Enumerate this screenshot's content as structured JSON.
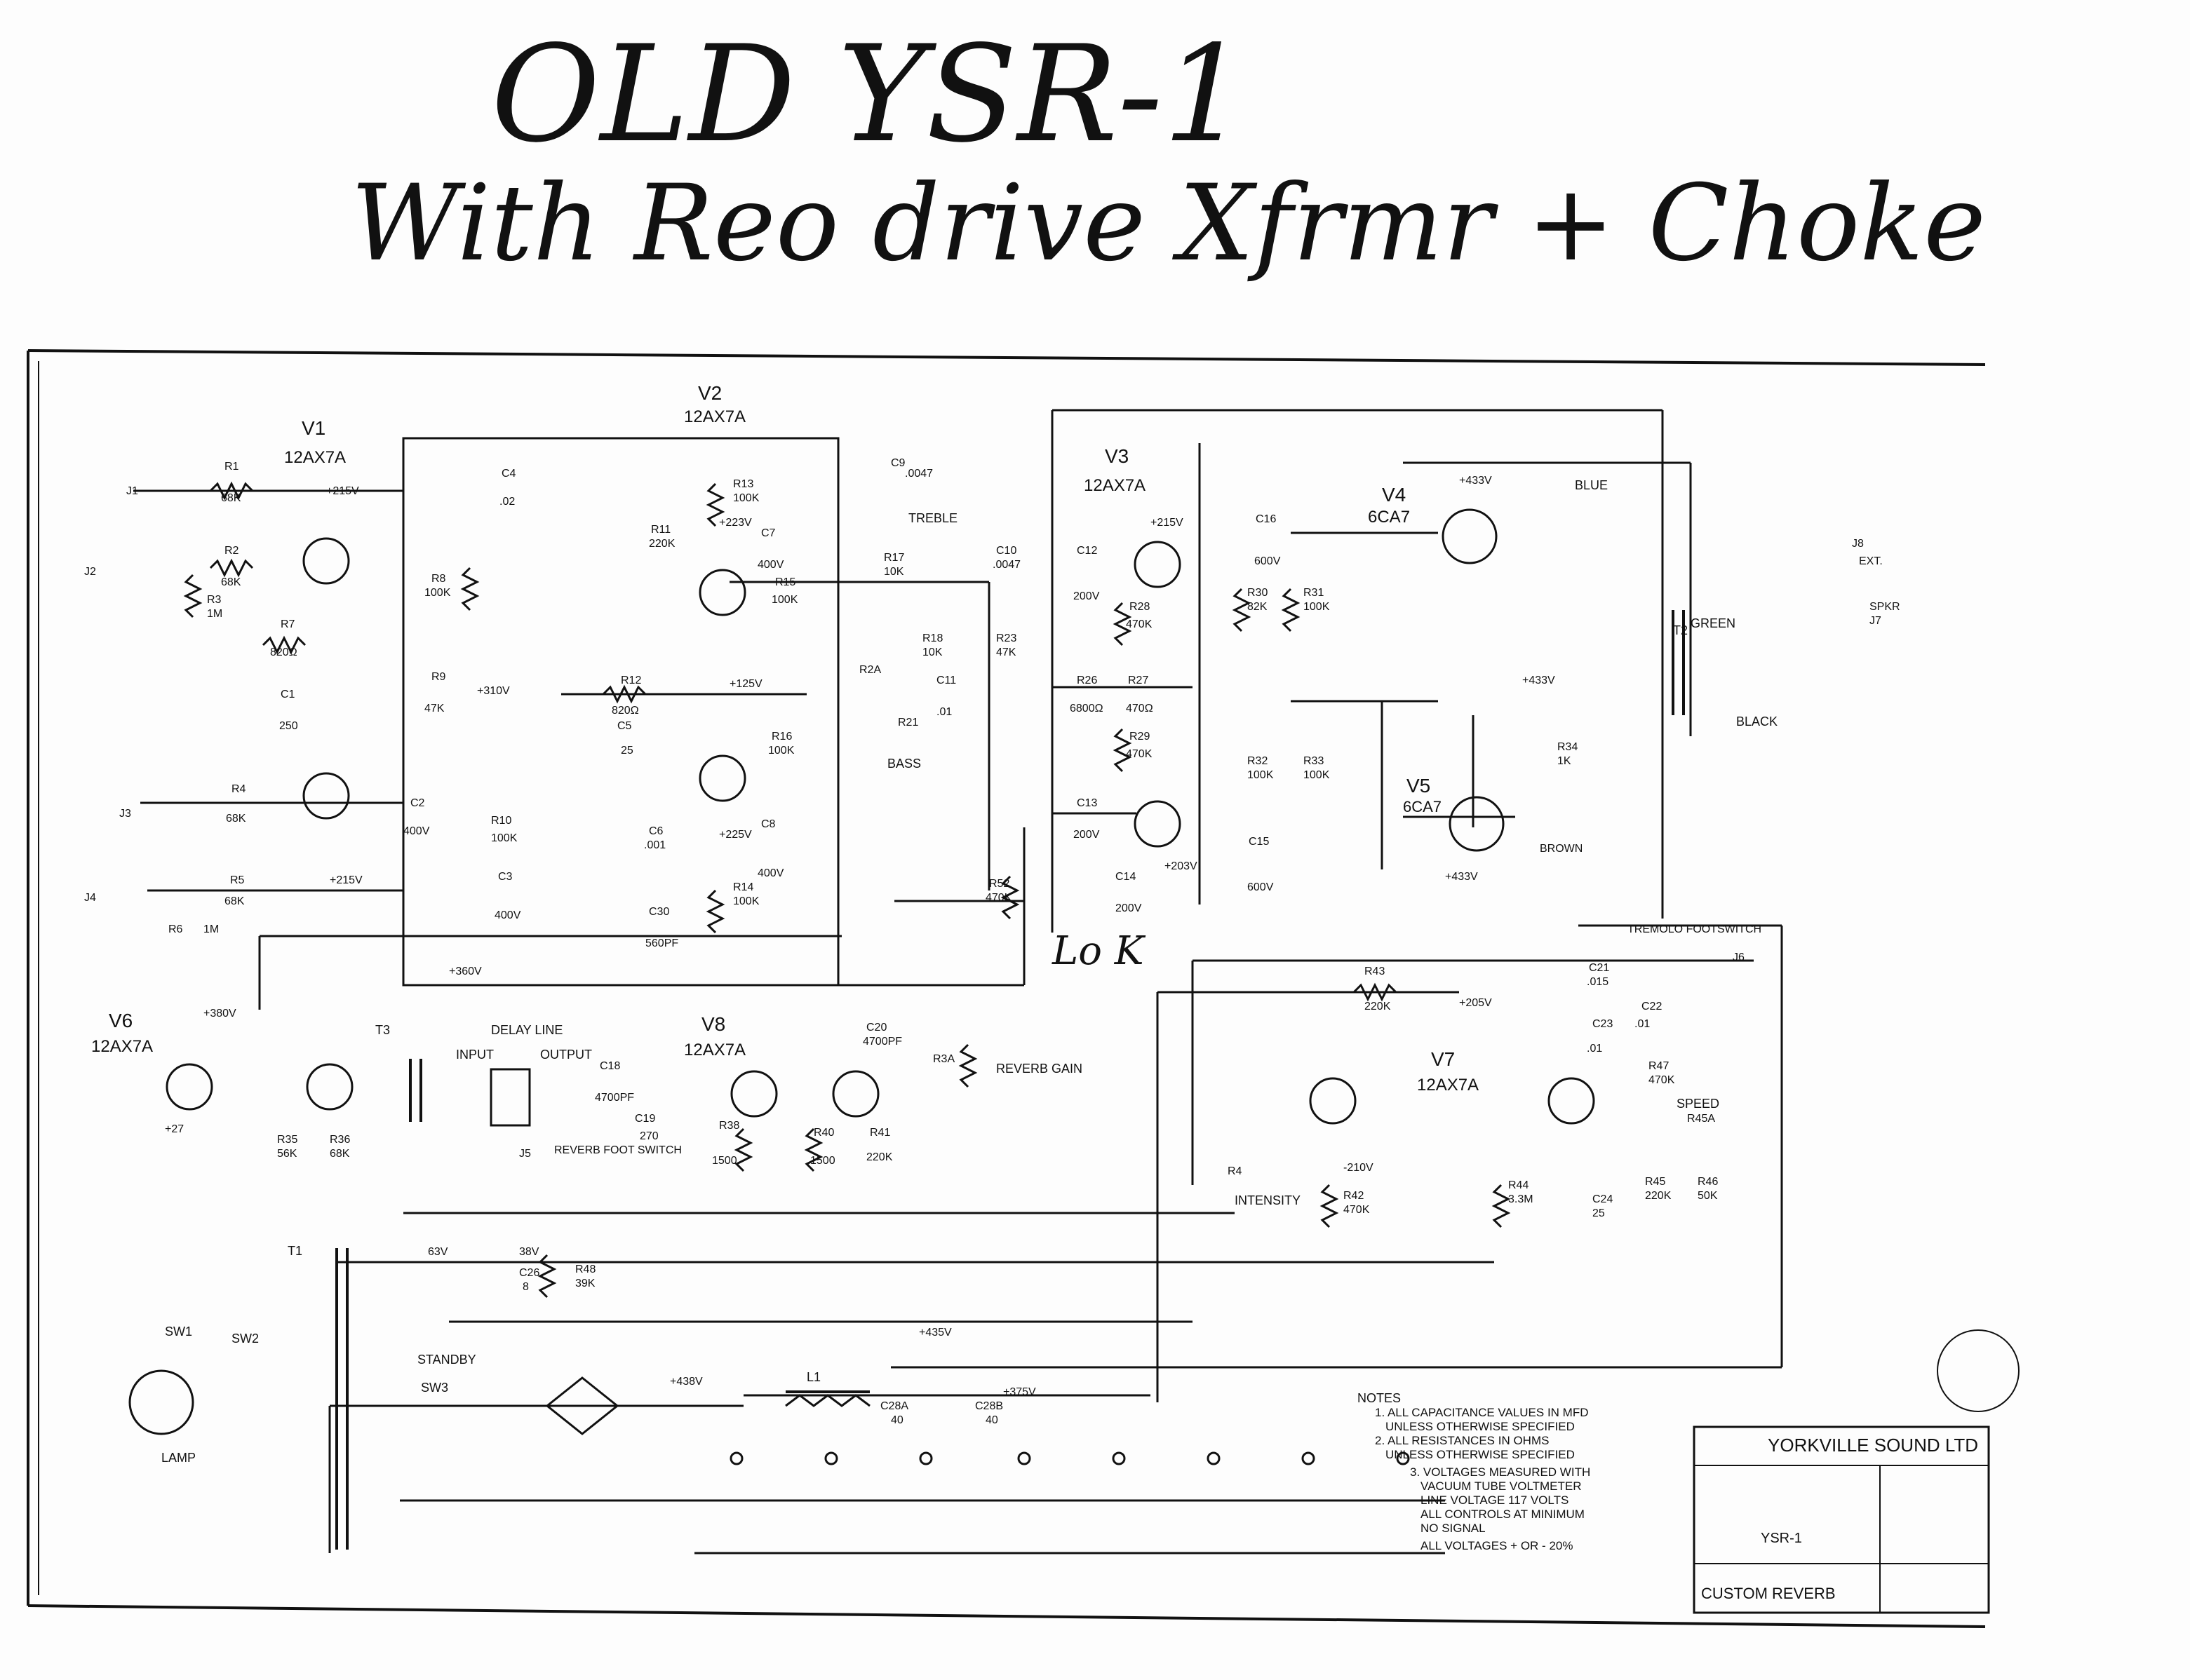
{
  "handwritten": {
    "line1": "OLD YSR-1",
    "line2": "With Reo drive Xfrmr + Choke"
  },
  "tubes": [
    {
      "id": "V1",
      "type": "12AX7A"
    },
    {
      "id": "V2",
      "type": "12AX7A"
    },
    {
      "id": "V3",
      "type": "12AX7A"
    },
    {
      "id": "V4",
      "type": "6CA7"
    },
    {
      "id": "V5",
      "type": "6CA7"
    },
    {
      "id": "V6",
      "type": "12AX7A"
    },
    {
      "id": "V7",
      "type": "12AX7A"
    },
    {
      "id": "V8",
      "type": "12AX7A"
    }
  ],
  "resistors": [
    {
      "ref": "R1",
      "value": "68K"
    },
    {
      "ref": "R2",
      "value": "68K"
    },
    {
      "ref": "R3",
      "value": "1M"
    },
    {
      "ref": "R4",
      "value": "68K"
    },
    {
      "ref": "R5",
      "value": "68K"
    },
    {
      "ref": "R6",
      "value": "1M"
    },
    {
      "ref": "R7",
      "value": "820Ω"
    },
    {
      "ref": "R8",
      "value": "100K"
    },
    {
      "ref": "R9",
      "value": "47K"
    },
    {
      "ref": "R10",
      "value": "100K"
    },
    {
      "ref": "R11",
      "value": "220K"
    },
    {
      "ref": "R12",
      "value": "820Ω"
    },
    {
      "ref": "R13",
      "value": "100K"
    },
    {
      "ref": "R14",
      "value": "100K"
    },
    {
      "ref": "R15",
      "value": "100K"
    },
    {
      "ref": "R16",
      "value": "100K"
    },
    {
      "ref": "R17",
      "value": "10K"
    },
    {
      "ref": "R18",
      "value": "10K"
    },
    {
      "ref": "R23",
      "value": "47K"
    },
    {
      "ref": "R26",
      "value": "6800Ω"
    },
    {
      "ref": "R27",
      "value": "470Ω"
    },
    {
      "ref": "R28",
      "value": "470K"
    },
    {
      "ref": "R29",
      "value": "470K"
    },
    {
      "ref": "R30",
      "value": "82K"
    },
    {
      "ref": "R31",
      "value": "100K"
    },
    {
      "ref": "R32",
      "value": "100K"
    },
    {
      "ref": "R33",
      "value": "100K"
    },
    {
      "ref": "R34",
      "value": "1K"
    },
    {
      "ref": "R35",
      "value": "56K"
    },
    {
      "ref": "R36",
      "value": "68K"
    },
    {
      "ref": "R38",
      "value": "1500"
    },
    {
      "ref": "R40",
      "value": "1500"
    },
    {
      "ref": "R41",
      "value": "220K"
    },
    {
      "ref": "R42",
      "value": "470K"
    },
    {
      "ref": "R43",
      "value": "220K"
    },
    {
      "ref": "R44",
      "value": "3.3M"
    },
    {
      "ref": "R45",
      "value": "220K"
    },
    {
      "ref": "R46",
      "value": "50K"
    },
    {
      "ref": "R47",
      "value": "470K"
    },
    {
      "ref": "R48",
      "value": "39K"
    },
    {
      "ref": "R52",
      "value": "470K"
    }
  ],
  "capacitors": [
    {
      "ref": "C1",
      "value": "250"
    },
    {
      "ref": "C2",
      "value": "400V"
    },
    {
      "ref": "C3",
      "value": "400V"
    },
    {
      "ref": "C4",
      "value": ".02"
    },
    {
      "ref": "C5",
      "value": "25"
    },
    {
      "ref": "C6",
      "value": ".001"
    },
    {
      "ref": "C7",
      "value": "400V"
    },
    {
      "ref": "C8",
      "value": "400V"
    },
    {
      "ref": "C9",
      "value": ".0047"
    },
    {
      "ref": "C10",
      "value": ".0047"
    },
    {
      "ref": "C11",
      "value": ".01"
    },
    {
      "ref": "C12",
      "value": "200V"
    },
    {
      "ref": "C13",
      "value": "200V"
    },
    {
      "ref": "C14",
      "value": "200V"
    },
    {
      "ref": "C15",
      "value": "600V"
    },
    {
      "ref": "C16",
      "value": "600V"
    },
    {
      "ref": "C18",
      "value": "4700PF"
    },
    {
      "ref": "C19",
      "value": "270"
    },
    {
      "ref": "C20",
      "value": "4700PF"
    },
    {
      "ref": "C21",
      "value": ".015"
    },
    {
      "ref": "C22",
      "value": ".01"
    },
    {
      "ref": "C23",
      "value": ".01"
    },
    {
      "ref": "C24",
      "value": "25"
    },
    {
      "ref": "C26",
      "value": "8"
    },
    {
      "ref": "C28A",
      "value": "40"
    },
    {
      "ref": "C28B",
      "value": "40"
    },
    {
      "ref": "C30",
      "value": "560PF"
    }
  ],
  "voltages": [
    "+215V",
    "+215V",
    "+223V",
    "+125V",
    "+225V",
    "+215V",
    "+203V",
    "+433V",
    "+433V",
    "+433V",
    "+380V",
    "+310V",
    "+205V",
    "-210V",
    "+435V",
    "+438V",
    "+375V",
    "+360V",
    "38V",
    "63V",
    "+27"
  ],
  "controls": [
    {
      "ref": "R2A",
      "name": "TREBLE"
    },
    {
      "ref": "R21",
      "name": "BASS"
    },
    {
      "ref": "R3A",
      "name": "REVERB GAIN"
    },
    {
      "ref": "R4",
      "name": "INTENSITY"
    },
    {
      "ref": "R45A",
      "name": "SPEED"
    }
  ],
  "jacks": [
    {
      "ref": "J1",
      "label": ""
    },
    {
      "ref": "J2",
      "label": ""
    },
    {
      "ref": "J3",
      "label": ""
    },
    {
      "ref": "J4",
      "label": ""
    },
    {
      "ref": "J5",
      "label": "REVERB FOOT SWITCH"
    },
    {
      "ref": "J6",
      "label": "TREMOLO FOOTSWITCH"
    },
    {
      "ref": "J8",
      "label": "EXT."
    },
    {
      "ref": "J7",
      "label": "SPKR"
    }
  ],
  "labels": {
    "delay_line": "DELAY LINE",
    "input": "INPUT",
    "output": "OUTPUT",
    "standby": "STANDBY",
    "lamp": "LAMP",
    "blue": "BLUE",
    "green": "GREEN",
    "black": "BLACK",
    "brown": "BROWN",
    "t1": "T1",
    "t2": "T2",
    "t3": "T3",
    "sw1": "SW1",
    "sw2": "SW2",
    "sw3": "SW3",
    "l1": "L1",
    "handwritten_note": "Lo K"
  },
  "notes": {
    "title": "NOTES",
    "lines": [
      "1. ALL CAPACITANCE VALUES IN MFD",
      "UNLESS OTHERWISE SPECIFIED",
      "2. ALL RESISTANCES IN OHMS",
      "UNLESS OTHERWISE SPECIFIED",
      "3. VOLTAGES MEASURED WITH",
      "VACUUM TUBE VOLTMETER",
      "LINE VOLTAGE 117 VOLTS",
      "ALL CONTROLS AT MINIMUM",
      "NO SIGNAL",
      "ALL VOLTAGES + OR - 20%"
    ]
  },
  "title_block": {
    "company": "YORKVILLE SOUND LTD",
    "model": "YSR-1",
    "description": "CUSTOM REVERB"
  }
}
